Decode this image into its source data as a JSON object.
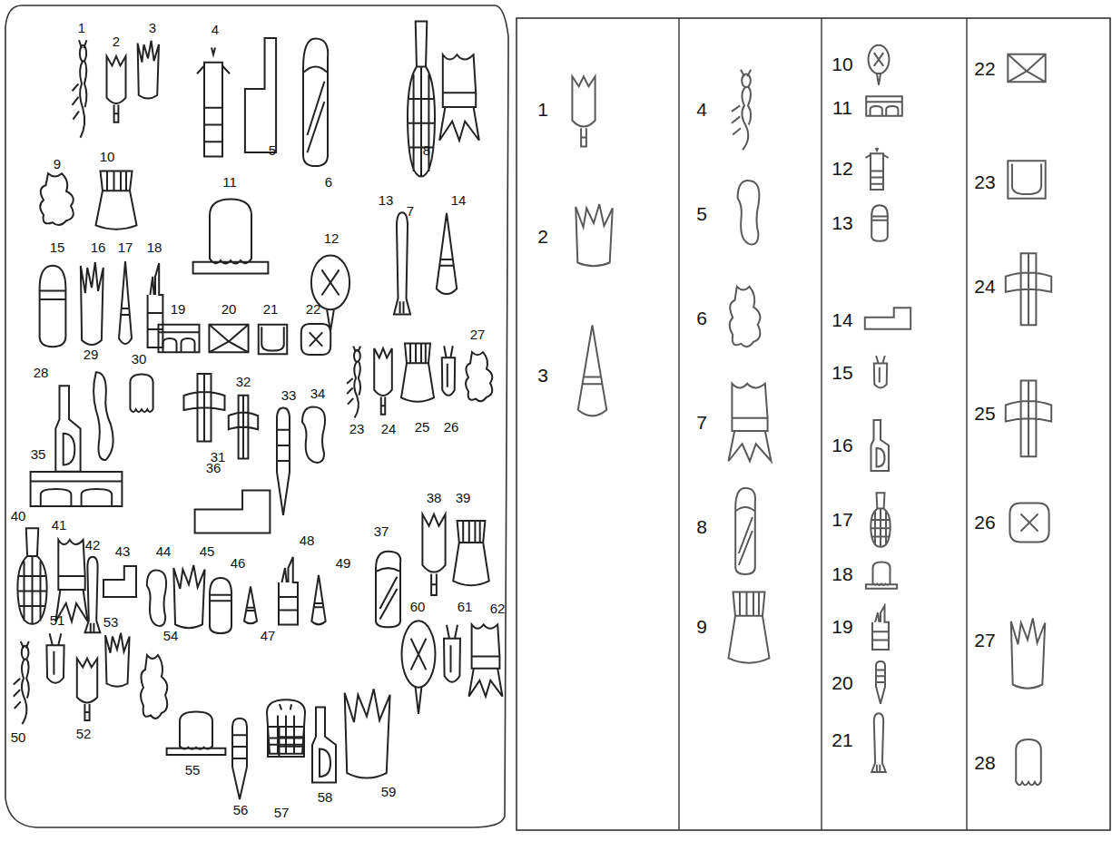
{
  "diagram": {
    "labels": [
      "1",
      "2",
      "3",
      "4",
      "5",
      "6",
      "7",
      "8",
      "9",
      "10",
      "11",
      "12",
      "13",
      "14",
      "15",
      "16",
      "17",
      "18",
      "19",
      "20",
      "21",
      "22",
      "23",
      "24",
      "25",
      "26",
      "27",
      "28",
      "29",
      "30",
      "31",
      "32",
      "33",
      "34",
      "35",
      "36",
      "37",
      "38",
      "39",
      "40",
      "41",
      "42",
      "43",
      "44",
      "45",
      "46",
      "47",
      "48",
      "49",
      "50",
      "51",
      "52",
      "53",
      "54",
      "55",
      "56",
      "57",
      "58",
      "59",
      "60",
      "61",
      "62",
      "1",
      "2",
      "3",
      "4",
      "5",
      "6",
      "7",
      "8",
      "9",
      "10",
      "11",
      "12",
      "13",
      "14",
      "15",
      "16",
      "17",
      "18",
      "19",
      "20",
      "21",
      "22",
      "23",
      "24",
      "25",
      "26",
      "27",
      "28"
    ]
  }
}
